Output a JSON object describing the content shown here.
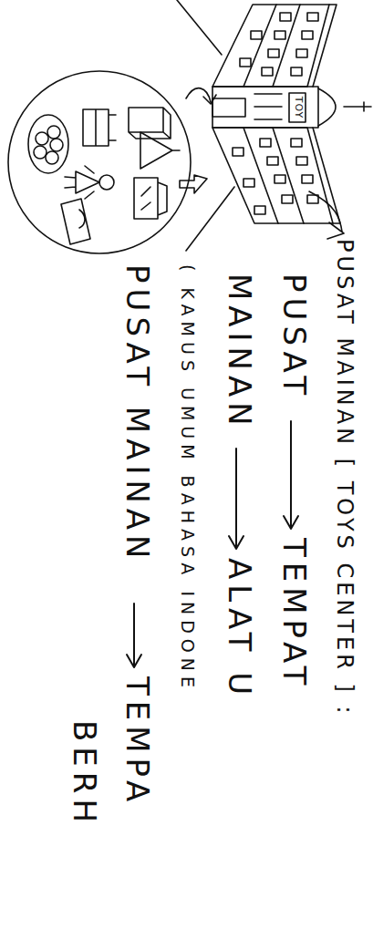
{
  "diagram": {
    "labels": [
      "TOY",
      "PUSAT MAINAN [ TOYS CENTER ] :",
      "PUSAT",
      "TEMPAT",
      "MAINAN",
      "ALAT U",
      "( KAMUS UMUM BAHASA INDONE",
      "PUSAT MAINAN",
      "TEMPA",
      "BERH"
    ]
  }
}
